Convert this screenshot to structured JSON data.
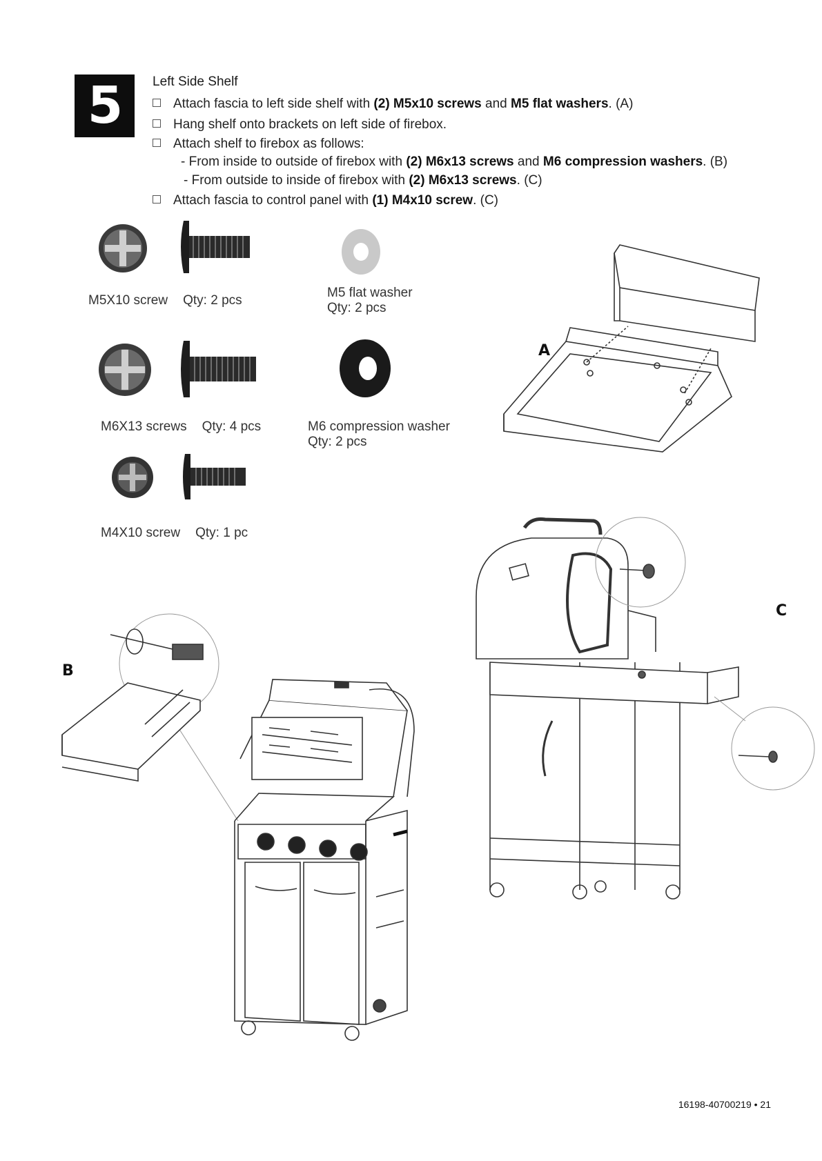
{
  "step": {
    "number": "5",
    "title": "Left Side Shelf"
  },
  "instructions": [
    {
      "pre": "Attach fascia to left side shelf with ",
      "bold1": "(2) M5x10 screws",
      "mid": " and ",
      "bold2": "M5 flat washers",
      "post": ". (A)"
    },
    {
      "pre": "Hang shelf onto brackets on left side of firebox."
    },
    {
      "pre": "Attach shelf to firebox as follows:"
    },
    {
      "pre": "Attach fascia to control panel with ",
      "bold1": "(1) M4x10 screw",
      "post": ". (C)"
    }
  ],
  "sub_instructions": [
    {
      "pre": "- From inside to outside of firebox with ",
      "bold1": "(2) M6x13 screws",
      "mid": " and ",
      "bold2": "M6 compression washers",
      "post": ". (B)"
    },
    {
      "pre": "- From outside to inside of firebox with ",
      "bold1": "(2) M6x13 screws",
      "post": ". (C)"
    }
  ],
  "hardware": {
    "m5_screw": {
      "name": "M5X10 screw",
      "qty": "Qty: 2 pcs"
    },
    "m5_washer": {
      "name": "M5 flat washer",
      "qty": "Qty: 2 pcs"
    },
    "m6_screw": {
      "name": "M6X13 screws",
      "qty": "Qty: 4 pcs"
    },
    "m6_washer": {
      "name": "M6 compression washer",
      "qty": "Qty: 2 pcs"
    },
    "m4_screw": {
      "name": "M4X10 screw",
      "qty": "Qty: 1 pc"
    }
  },
  "callouts": {
    "a": "A",
    "b": "B",
    "c": "C"
  },
  "footer": "16198-40700219 • 21"
}
